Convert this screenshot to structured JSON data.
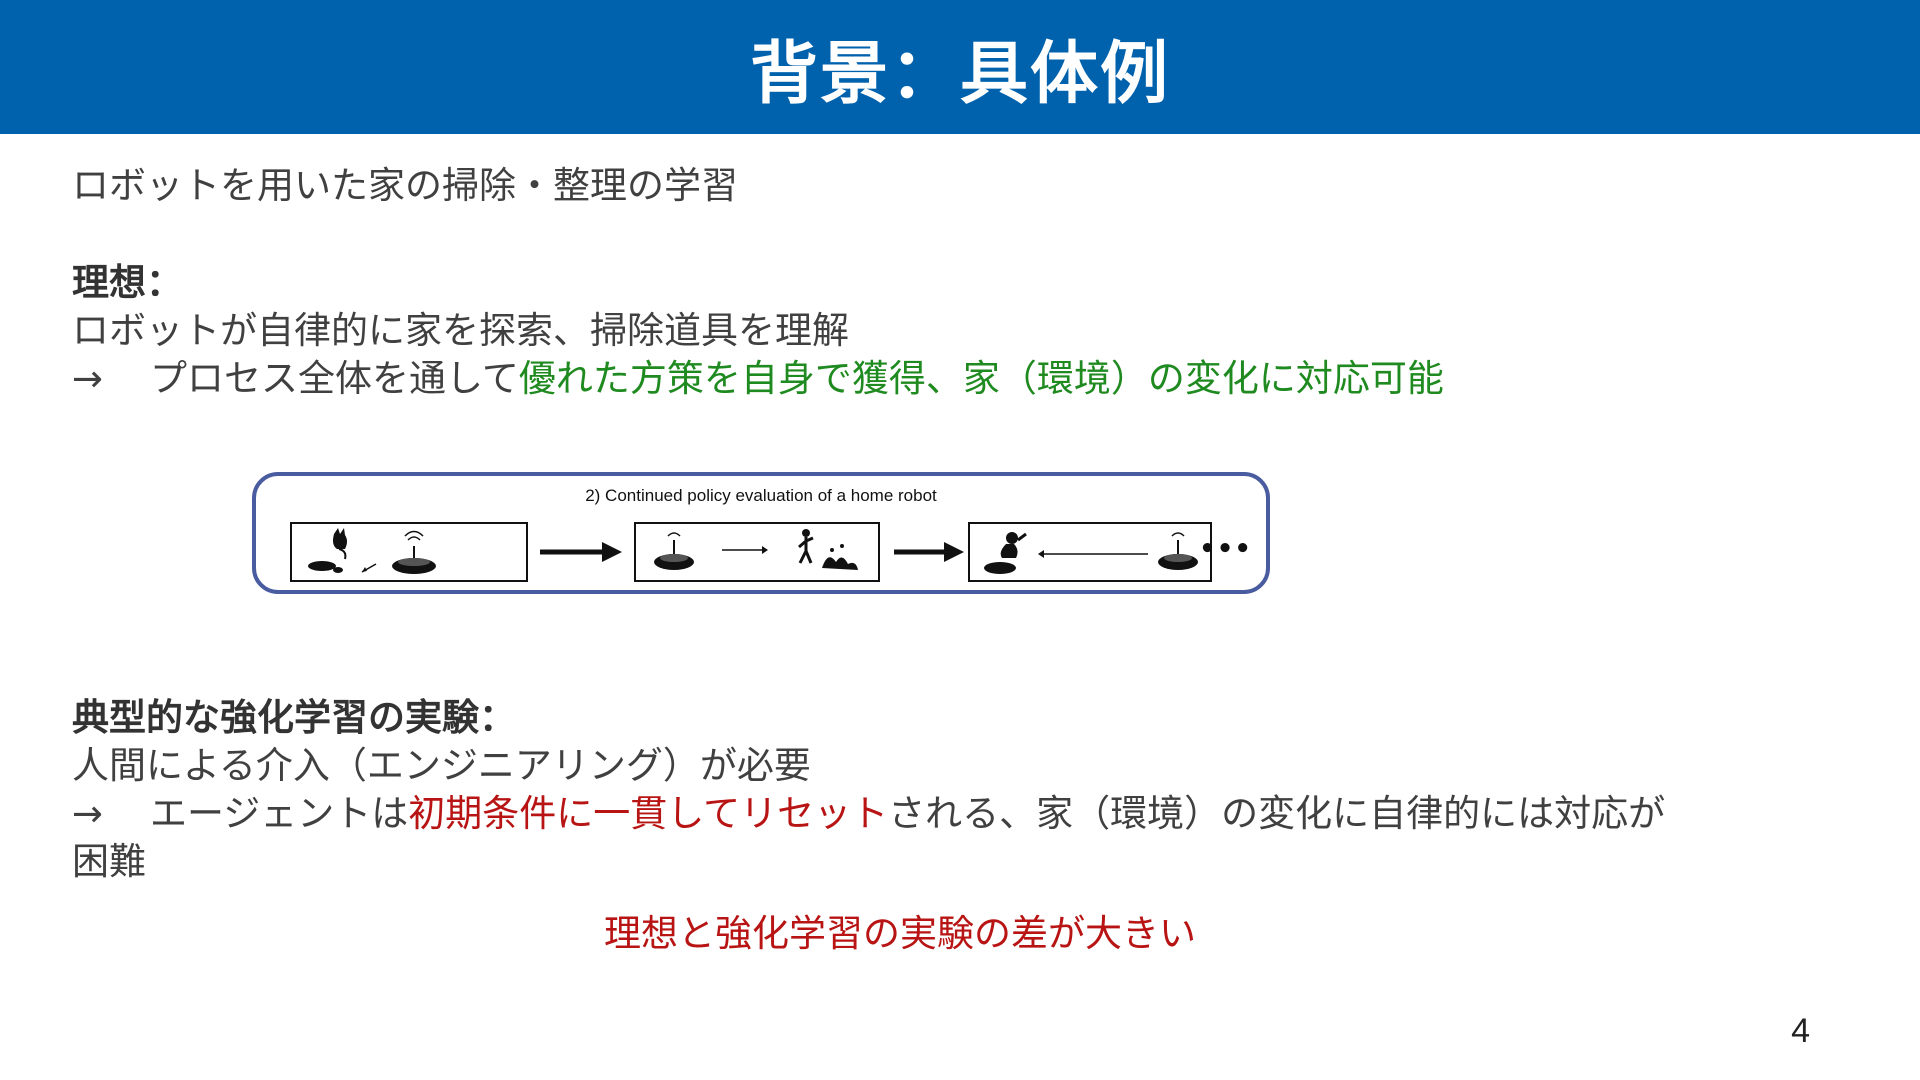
{
  "header": {
    "title": "背景：具体例"
  },
  "intro": "ロボットを用いた家の掃除・整理の学習",
  "ideal": {
    "heading": "理想：",
    "line1": "ロボットが自律的に家を探索、掃除道具を理解",
    "arrow": "→",
    "line2_prefix": "プロセス全体を通して",
    "line2_highlight": "優れた方策を自身で獲得、家（環境）の変化に対応可能"
  },
  "figure": {
    "caption": "2) Continued policy evaluation of a home robot",
    "ellipsis": "•••"
  },
  "typical": {
    "heading": "典型的な強化学習の実験：",
    "line1": "人間による介入（エンジニアリング）が必要",
    "arrow": "→",
    "line2_prefix": "エージェントは",
    "line2_highlight": "初期条件に一貫してリセット",
    "line2_suffix": "される、家（環境）の変化に自律的には対応が",
    "line3": "困難"
  },
  "conclusion": "理想と強化学習の実験の差が大きい",
  "page_number": "4",
  "colors": {
    "header_bg": "#0062ad",
    "highlight_green": "#1f8a1f",
    "highlight_red": "#b81414",
    "figure_border": "#4a5ca0"
  }
}
